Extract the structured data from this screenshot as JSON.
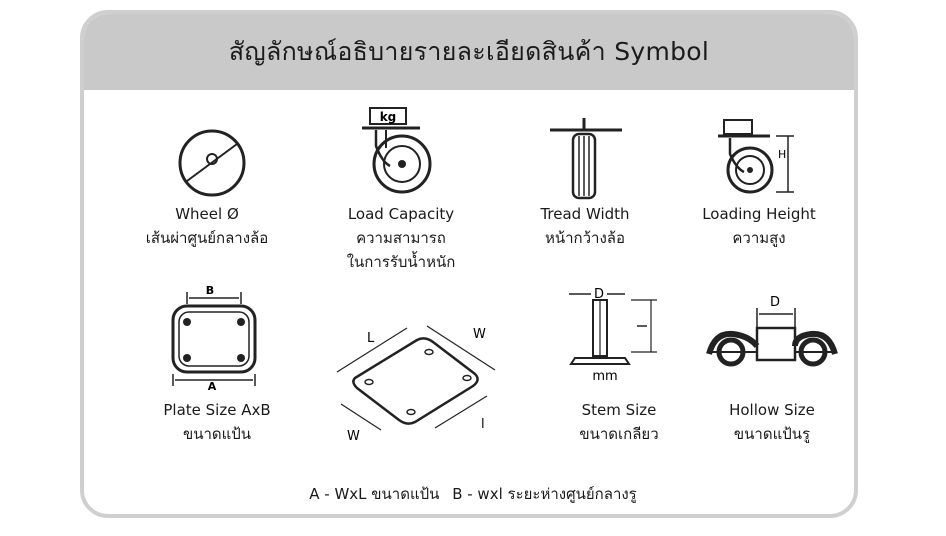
{
  "title": "สัญลักษณ์อธิบายรายละเอียดสินค้า Symbol",
  "symbols": [
    {
      "name": "wheel-diameter",
      "line1": "Wheel Ø",
      "line2": "เส้นผ่าศูนย์กลางล้อ",
      "line3": ""
    },
    {
      "name": "load-capacity",
      "line1": "Load Capacity",
      "line2": "ความสามารถ",
      "line3": "ในการรับน้ำหนัก",
      "badge": "kg"
    },
    {
      "name": "tread-width",
      "line1": "Tread Width",
      "line2": "หน้ากว้างล้อ",
      "line3": ""
    },
    {
      "name": "loading-height",
      "line1": "Loading Height",
      "line2": "ความสูง",
      "line3": "",
      "badge": "H"
    },
    {
      "name": "plate-size",
      "line1": "Plate Size AxB",
      "line2": "ขนาดแป้น",
      "line3": "",
      "dim_top": "B",
      "dim_bottom": "A"
    },
    {
      "name": "plate-diagonal",
      "dim_l": "L",
      "dim_w_top": "W",
      "dim_w_bottom": "W",
      "dim_l_small": "l"
    },
    {
      "name": "stem-size",
      "line1": "Stem Size",
      "line2": "ขนาดเกลียว",
      "line3": "",
      "dim_d": "D",
      "dim_unit": "mm"
    },
    {
      "name": "hollow-size",
      "line1": "Hollow Size",
      "line2": "ขนาดแป้นรู",
      "line3": "",
      "dim_d": "D"
    }
  ],
  "footnote": {
    "part_a": "A - WxL ขนาดแป้น",
    "part_b": "B - wxl ระยะห่างศูนย์กลางรู"
  }
}
